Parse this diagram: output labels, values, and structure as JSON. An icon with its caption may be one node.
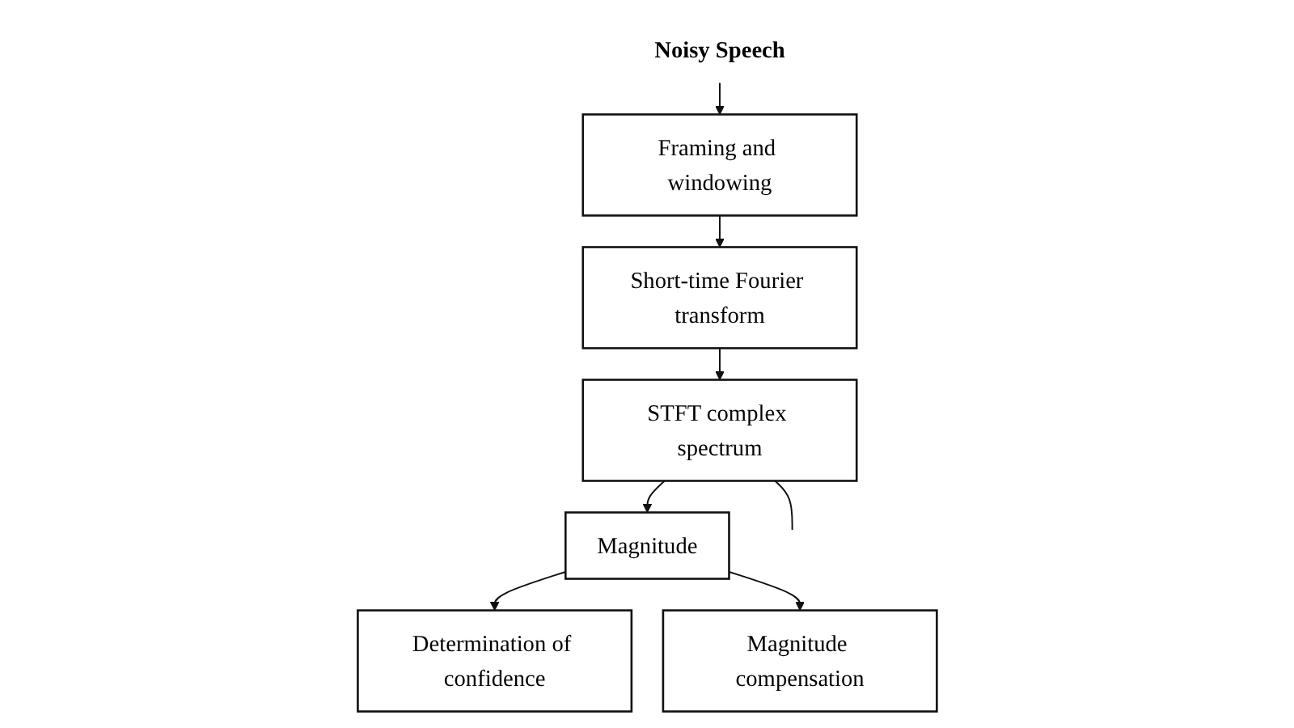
{
  "diagram": {
    "nodes": [
      {
        "text": [
          "Noisy Speech"
        ]
      },
      {
        "text": [
          "Framing and windowing"
        ]
      },
      {
        "text": [
          "Short-time Fourier transform"
        ]
      },
      {
        "text": [
          "STFT complex spectrum"
        ]
      },
      {
        "text": [
          "Magnitude"
        ]
      },
      {
        "text": [
          "Determination of confidence"
        ]
      },
      {
        "text": [
          "Magnitude compensation"
        ]
      }
    ],
    "edges": [
      {
        "from": 0,
        "to": 1,
        "arrow": "to"
      },
      {
        "from": 1,
        "to": 2,
        "arrow": "to"
      },
      {
        "from": 2,
        "to": 3,
        "arrow": "to"
      },
      {
        "from": 3,
        "to": 4,
        "arrow": "to"
      },
      {
        "from": 4,
        "to": 5,
        "arrow": "to"
      },
      {
        "from": 4,
        "to": 6,
        "arrow": "to"
      },
      {
        "from": 3,
        "to": null,
        "arrow": "none"
      }
    ]
  }
}
